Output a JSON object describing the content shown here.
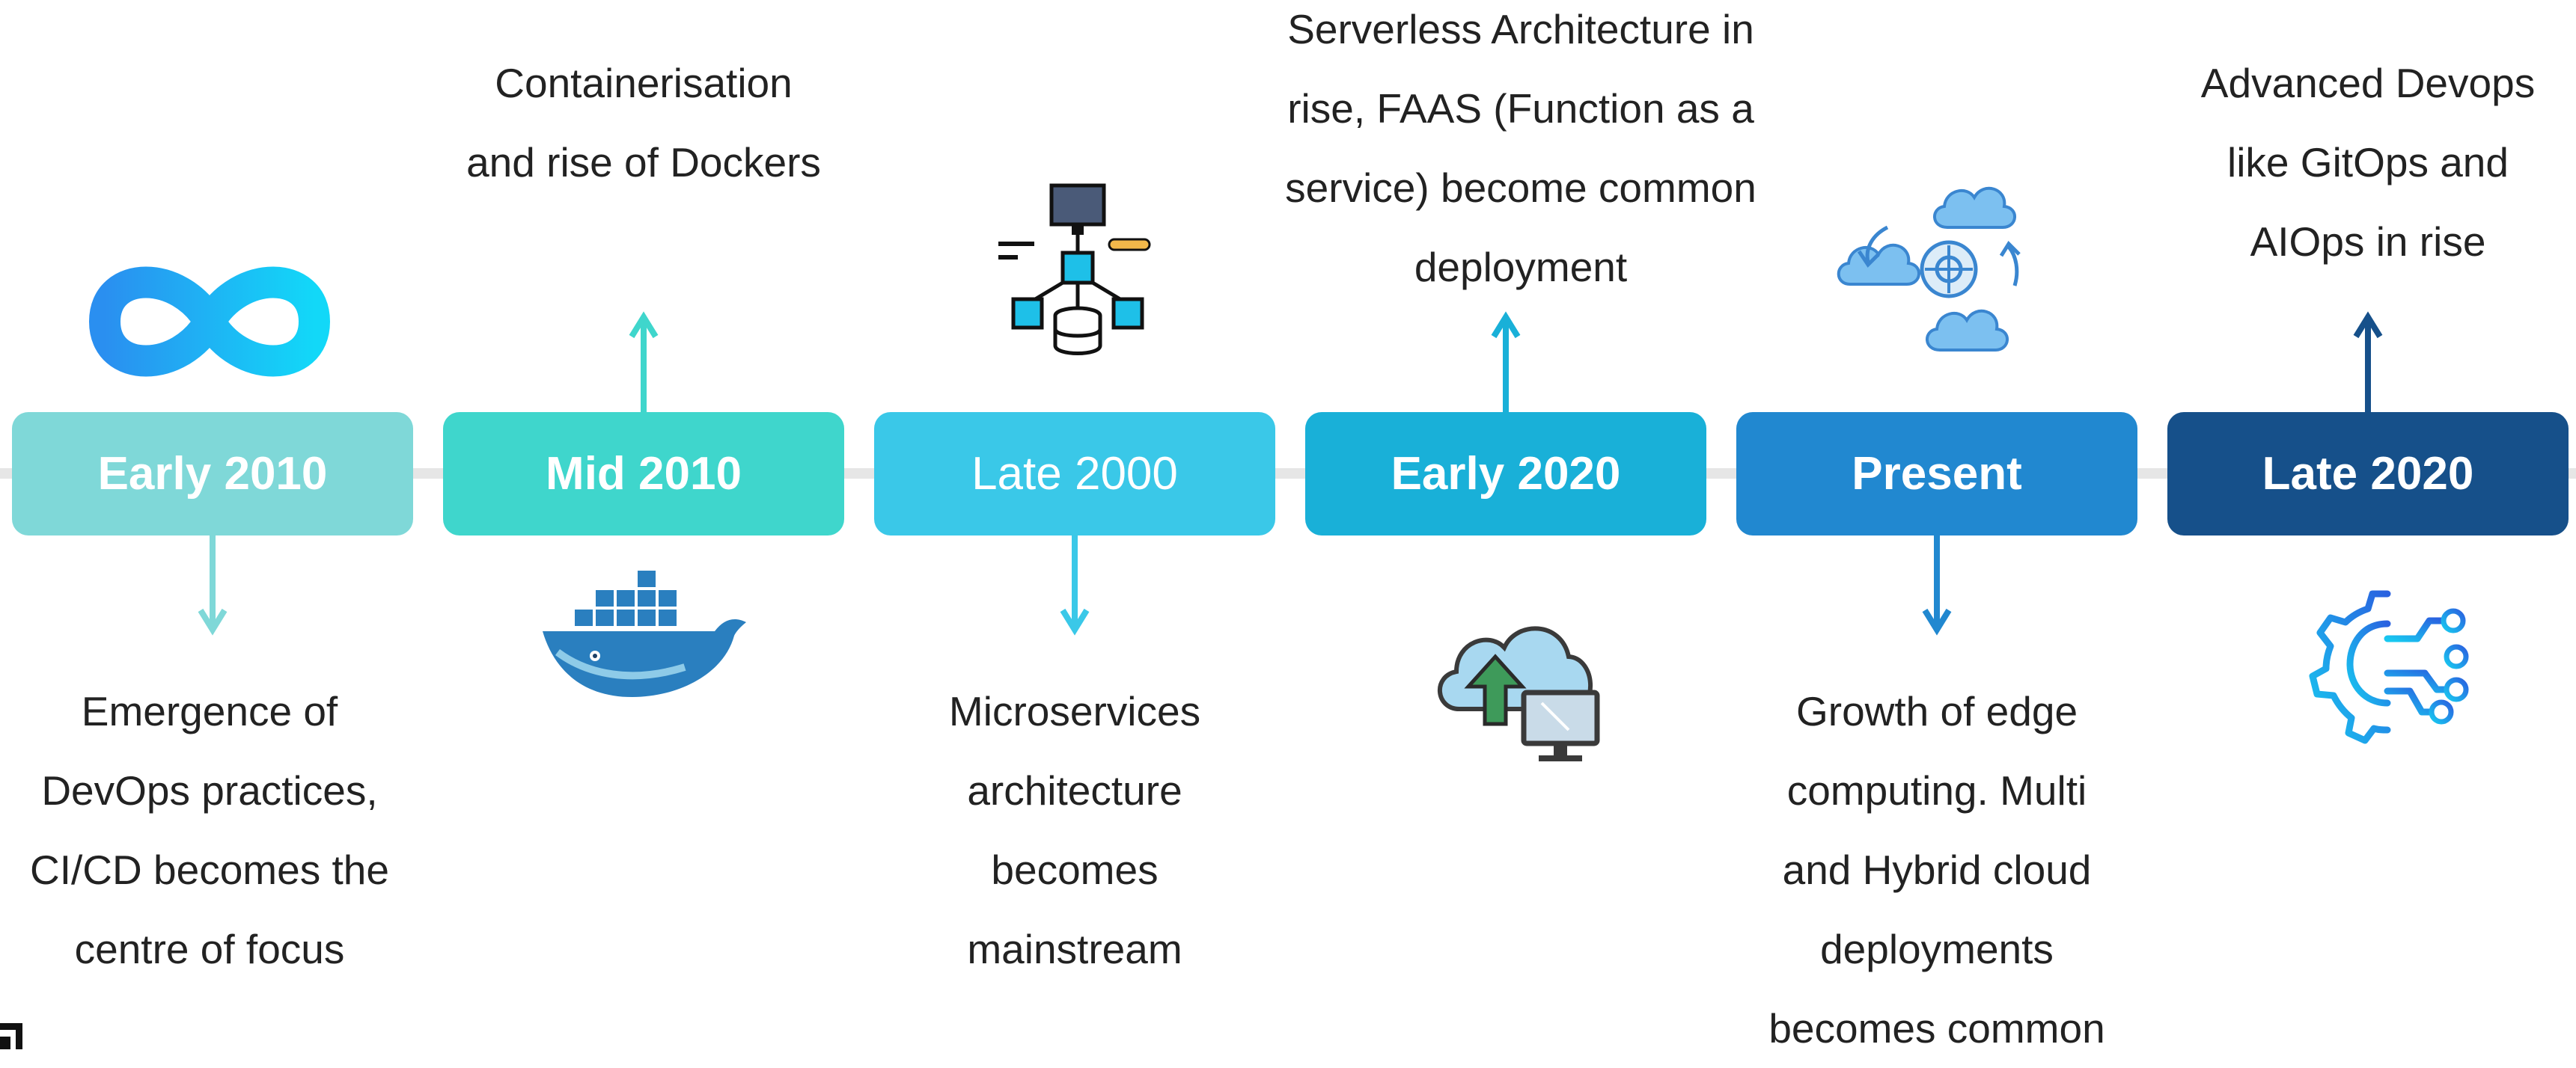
{
  "timeline": [
    {
      "label": "Early 2010",
      "color": "#7fd8d8",
      "description": [
        "Emergence of",
        "DevOps practices,",
        "CI/CD becomes the",
        "centre of focus"
      ],
      "icon": "infinity-icon"
    },
    {
      "label": "Mid 2010",
      "color": "#3fd6cc",
      "description": [
        "Containerisation",
        "and rise of Dockers"
      ],
      "icon": "docker-whale-icon"
    },
    {
      "label": "Late 2000",
      "color": "#3ac8e8",
      "description": [
        "Microservices",
        "architecture",
        "becomes",
        "mainstream"
      ],
      "icon": "microservices-network-icon"
    },
    {
      "label": "Early 2020",
      "color": "#19b0d8",
      "description": [
        "Serverless Architecture in",
        "rise, FAAS (Function as a",
        "service) become common",
        "deployment"
      ],
      "icon": "cloud-upload-monitor-icon"
    },
    {
      "label": "Present",
      "color": "#2188d0",
      "description": [
        "Growth of edge",
        "computing. Multi",
        "and Hybrid cloud",
        "deployments",
        "becomes common"
      ],
      "icon": "hybrid-cloud-icon"
    },
    {
      "label": "Late 2020",
      "color": "#16508a",
      "description": [
        "Advanced Devops",
        "like GitOps and",
        "AIOps in rise"
      ],
      "icon": "ai-circuit-gear-icon"
    }
  ]
}
